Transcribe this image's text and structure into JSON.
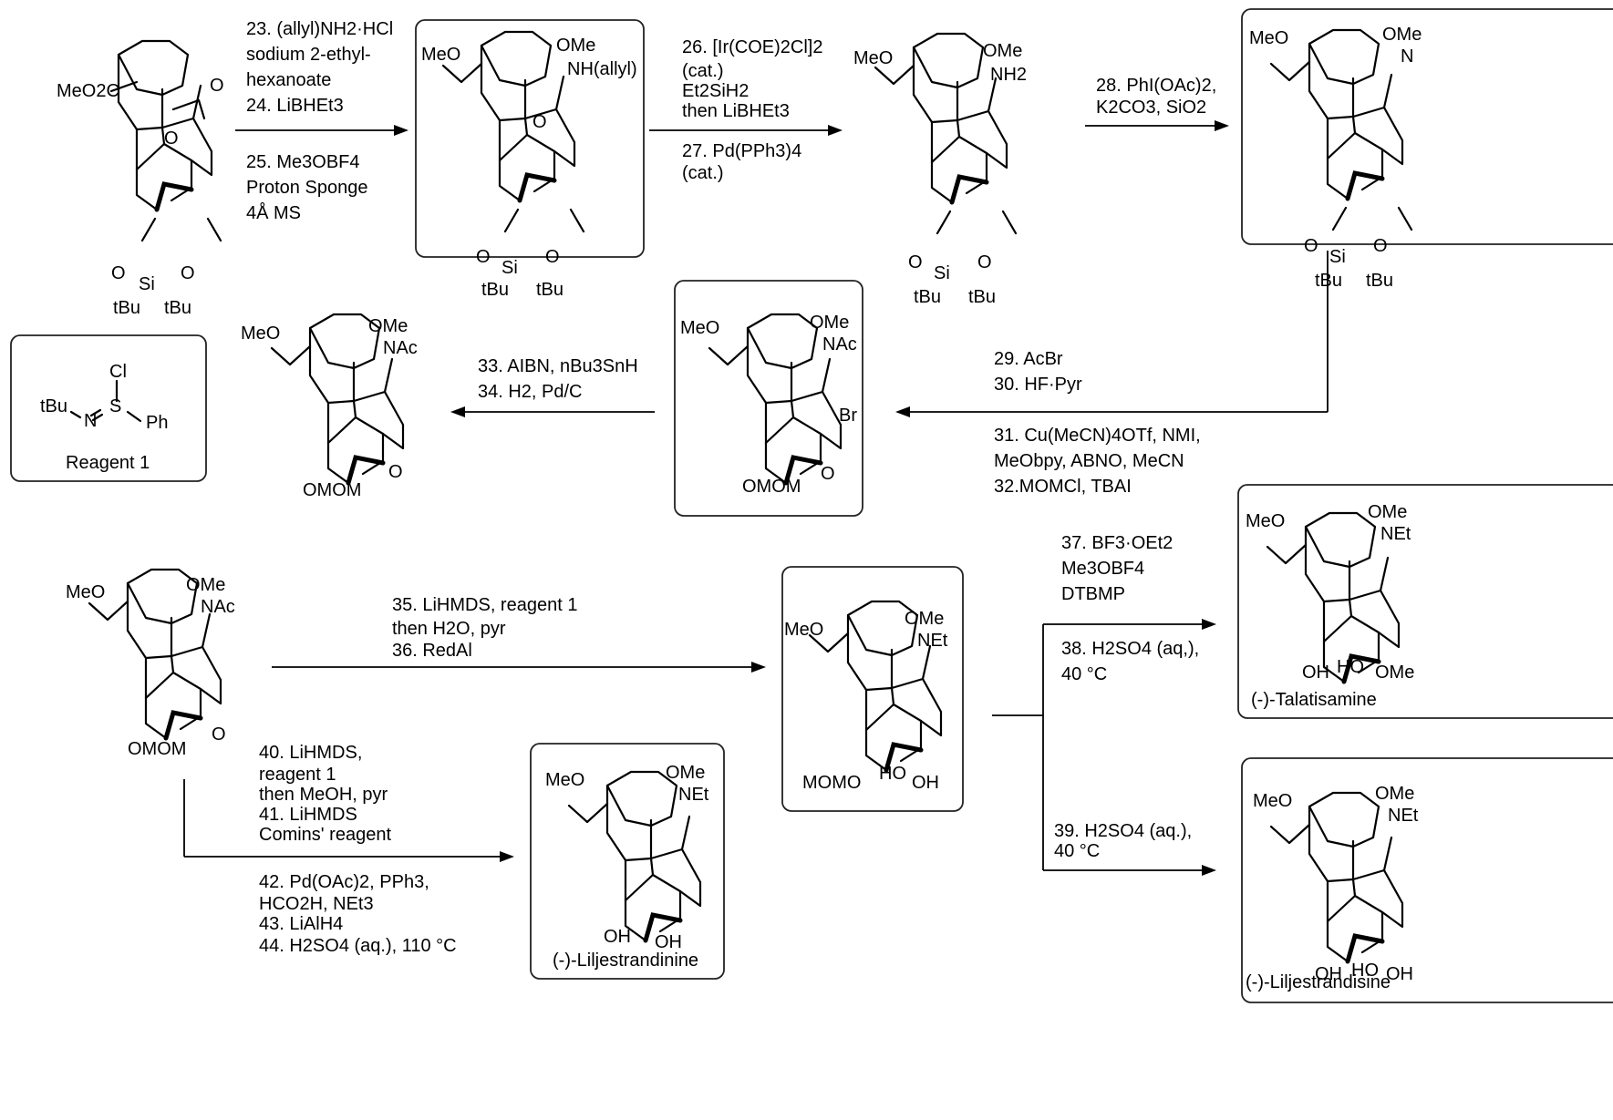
{
  "steps": {
    "s1": [
      "23. (allyl)NH2·HCl",
      "sodium 2-ethyl-",
      "hexanoate",
      "24. LiBHEt3"
    ],
    "s2": [
      "25. Me3OBF4",
      "Proton Sponge",
      "4Å MS"
    ],
    "s3": [
      "26. [Ir(COE)2Cl]2",
      "(cat.)",
      "Et2SiH2",
      "then LiBHEt3"
    ],
    "s4": [
      "27. Pd(PPh3)4",
      "(cat.)"
    ],
    "s5": [
      "28. PhI(OAc)2,",
      "K2CO3, SiO2"
    ],
    "s6": [
      "29. AcBr",
      "30. HF·Pyr"
    ],
    "s7": [
      "31. Cu(MeCN)4OTf, NMI,",
      "MeObpy, ABNO, MeCN",
      "32.MOMCl, TBAI"
    ],
    "s8": [
      "33. AIBN, nBu3SnH",
      "34. H2, Pd/C"
    ],
    "s9": [
      "35. LiHMDS, reagent 1",
      "then H2O, pyr",
      "36. RedAl"
    ],
    "s10": [
      "37. BF3·OEt2",
      "Me3OBF4",
      "DTBMP"
    ],
    "s11": [
      "38. H2SO4 (aq,),",
      "40 °C"
    ],
    "s12": [
      "39. H2SO4 (aq.),",
      "40 °C"
    ],
    "s13": [
      "40. LiHMDS,",
      "reagent 1",
      "then MeOH, pyr",
      "41. LiHMDS",
      "Comins' reagent"
    ],
    "s14": [
      "42. Pd(OAc)2, PPh3,",
      "HCO2H, NEt3",
      "43. LiAlH4",
      "44. H2SO4 (aq.), 110 °C"
    ]
  },
  "reagent_box": {
    "title": "Reagent 1",
    "atoms": {
      "cl": "Cl",
      "s": "S",
      "n": "N",
      "ph": "Ph",
      "tbu": "tBu"
    }
  },
  "products": {
    "talatisamine": "(-)-Talatisamine",
    "liljestrandisine": "(-)-Liljestrandisine",
    "liljestrandinine": "(-)-Liljestrandinine"
  },
  "labels": {
    "meo2c": "MeO2C",
    "meo": "MeO",
    "ome": "OMe",
    "o": "O",
    "si": "Si",
    "tbu": "tBu",
    "nhallyl": "NH(allyl)",
    "nh2": "NH2",
    "n": "N",
    "nac": "NAc",
    "net": "NEt",
    "br": "Br",
    "omom": "OMOM",
    "momo": "MOMO",
    "oh": "OH",
    "ho": "HO"
  }
}
